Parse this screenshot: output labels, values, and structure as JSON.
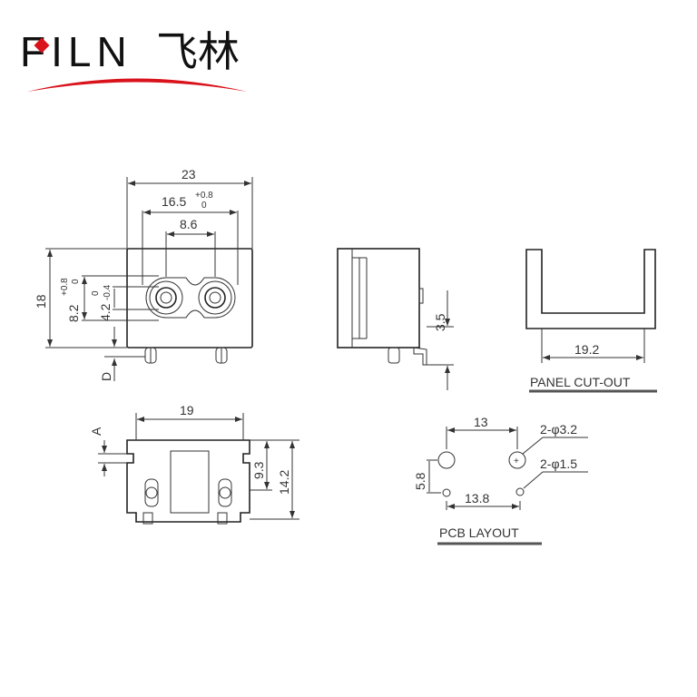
{
  "logo": {
    "brand": "FILN",
    "brand_cn": "飞林",
    "accent_color": "#d9121b"
  },
  "front_view": {
    "width": "23",
    "inner_width": "16.5",
    "inner_width_tol_upper": "+0.8",
    "inner_width_tol_lower": "0",
    "pin_spacing": "8.6",
    "height": "18",
    "socket_height": "8.2",
    "socket_height_tol_upper": "+0.8",
    "socket_height_tol_lower": "0",
    "waist": "4.2",
    "waist_tol_upper": "0",
    "waist_tol_lower": "-0.4",
    "d_label": "D"
  },
  "side_view": {
    "pin_offset": "3.5"
  },
  "panel_cutout": {
    "width": "19.2",
    "title": "PANEL CUT-OUT"
  },
  "bottom_view": {
    "width": "19",
    "a_label": "A",
    "height_inner": "9.3",
    "height_total": "14.2"
  },
  "pcb_layout": {
    "large_hole_spacing": "13",
    "large_hole_label": "2-φ3.2",
    "vertical_spacing": "5.8",
    "small_hole_label": "2-φ1.5",
    "small_hole_spacing": "13.8",
    "title": "PCB LAYOUT"
  }
}
